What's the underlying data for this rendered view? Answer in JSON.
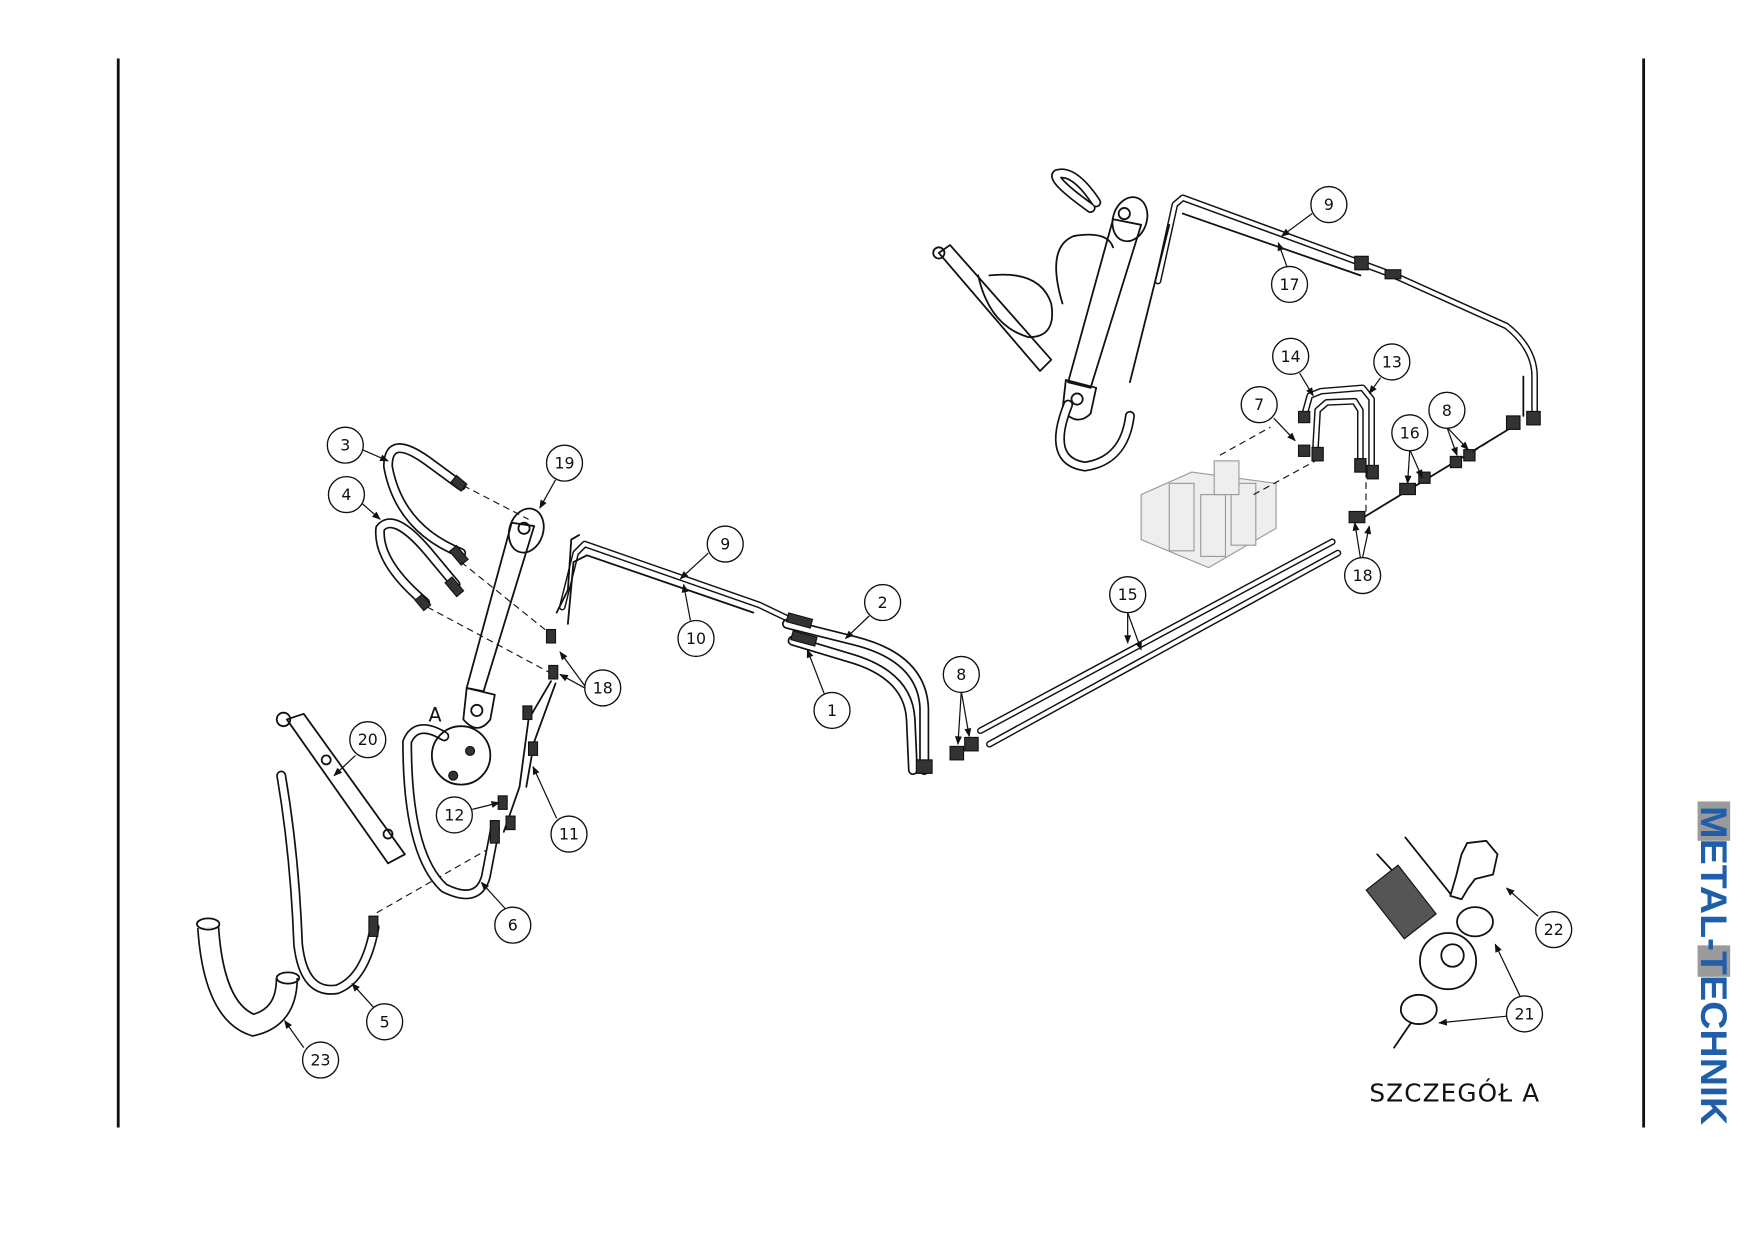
{
  "drawing": {
    "detail_label": "A",
    "detail_title": "SZCZEGÓŁ A",
    "logo_text": "METAL-TECHNIK",
    "logo_colors": {
      "blue": "#1f5faa",
      "grey": "#9a9a9a"
    }
  },
  "balloons": [
    {
      "label": "1"
    },
    {
      "label": "2"
    },
    {
      "label": "3"
    },
    {
      "label": "4"
    },
    {
      "label": "5"
    },
    {
      "label": "6"
    },
    {
      "label": "7"
    },
    {
      "label": "8"
    },
    {
      "label": "8"
    },
    {
      "label": "9"
    },
    {
      "label": "9"
    },
    {
      "label": "10"
    },
    {
      "label": "11"
    },
    {
      "label": "12"
    },
    {
      "label": "13"
    },
    {
      "label": "14"
    },
    {
      "label": "15"
    },
    {
      "label": "16"
    },
    {
      "label": "17"
    },
    {
      "label": "18"
    },
    {
      "label": "18"
    },
    {
      "label": "19"
    },
    {
      "label": "20"
    },
    {
      "label": "21"
    },
    {
      "label": "22"
    },
    {
      "label": "23"
    }
  ]
}
